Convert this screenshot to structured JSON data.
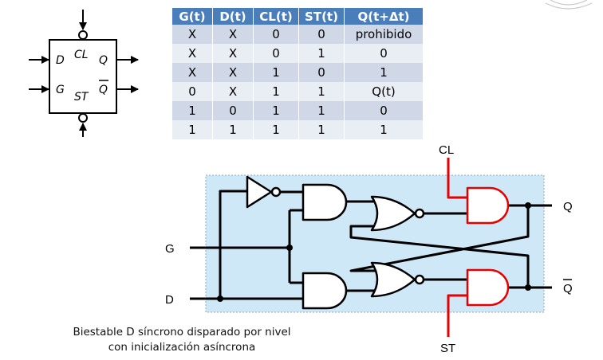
{
  "symbol": {
    "pin_d": "D",
    "pin_cl": "CL",
    "pin_q": "Q",
    "pin_g": "G",
    "pin_st": "ST",
    "pin_qbar": "Q"
  },
  "truth_table": {
    "headers": [
      "G(t)",
      "D(t)",
      "CL(t)",
      "ST(t)",
      "Q(t+Δt)"
    ],
    "rows": [
      [
        "X",
        "X",
        "0",
        "0",
        "prohibido"
      ],
      [
        "X",
        "X",
        "0",
        "1",
        "0"
      ],
      [
        "X",
        "X",
        "1",
        "0",
        "1"
      ],
      [
        "0",
        "X",
        "1",
        "1",
        "Q(t)"
      ],
      [
        "1",
        "0",
        "1",
        "1",
        "0"
      ],
      [
        "1",
        "1",
        "1",
        "1",
        "1"
      ]
    ]
  },
  "circuit": {
    "label_cl": "CL",
    "label_st": "ST",
    "label_g": "G",
    "label_d": "D",
    "label_q": "Q",
    "label_qbar": "Q"
  },
  "caption": {
    "line1": "Biestable D síncrono disparado por nivel",
    "line2": "con inicialización asíncrona"
  },
  "colors": {
    "table_header": "#4a7ebb",
    "row_odd": "#d0d8e8",
    "row_even": "#e9edf4",
    "circuit_bg": "#cfe8f7",
    "async_gates": "#e60000"
  }
}
